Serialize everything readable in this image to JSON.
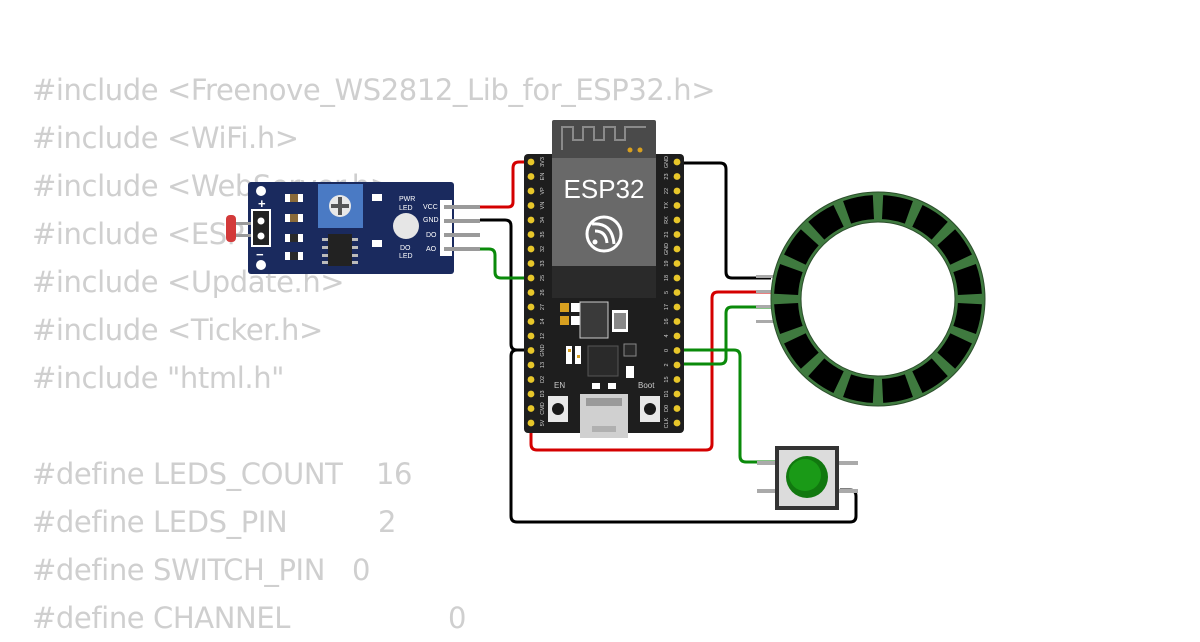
{
  "code": {
    "includes": [
      "#include <Freenove_WS2812_Lib_for_ESP32.h>",
      "#include <WiFi.h>",
      "#include <WebServer.h>",
      "#include <ESP",
      "#include <Update.h>",
      "#include <Ticker.h>",
      "#include \"html.h\""
    ],
    "defines": [
      {
        "name": "#define LEDS_COUNT",
        "value": "16"
      },
      {
        "name": "#define LEDS_PIN",
        "value": "2"
      },
      {
        "name": "#define SWITCH_PIN",
        "value": "0"
      },
      {
        "name": "#define CHANNEL",
        "value": "0"
      }
    ]
  },
  "sensor": {
    "plus": "+",
    "minus": "−",
    "pwr_led_1": "PWR",
    "pwr_led_2": "LED",
    "do_led_1": "DO",
    "do_led_2": "LED",
    "pins": [
      "VCC",
      "GND",
      "DO",
      "AO"
    ]
  },
  "esp32": {
    "chip_label": "ESP32",
    "left_pins": [
      "3V3",
      "EN",
      "VP",
      "VN",
      "34",
      "35",
      "32",
      "33",
      "25",
      "26",
      "27",
      "14",
      "12",
      "GND",
      "13",
      "D2",
      "D3",
      "CMD",
      "5V"
    ],
    "right_pins": [
      "GND",
      "23",
      "22",
      "TX",
      "RX",
      "21",
      "GND",
      "19",
      "18",
      "5",
      "17",
      "16",
      "4",
      "0",
      "2",
      "15",
      "D1",
      "D0",
      "CLK"
    ],
    "en_label": "EN",
    "boot_label": "Boot"
  },
  "colors": {
    "wire_red": "#d40000",
    "wire_green": "#0a8a0a",
    "wire_black": "#000000",
    "board_black": "#1e1e1e",
    "sensor_blue": "#1a2a5e",
    "ring_green": "#3f7a3f",
    "button_green": "#11780f"
  }
}
